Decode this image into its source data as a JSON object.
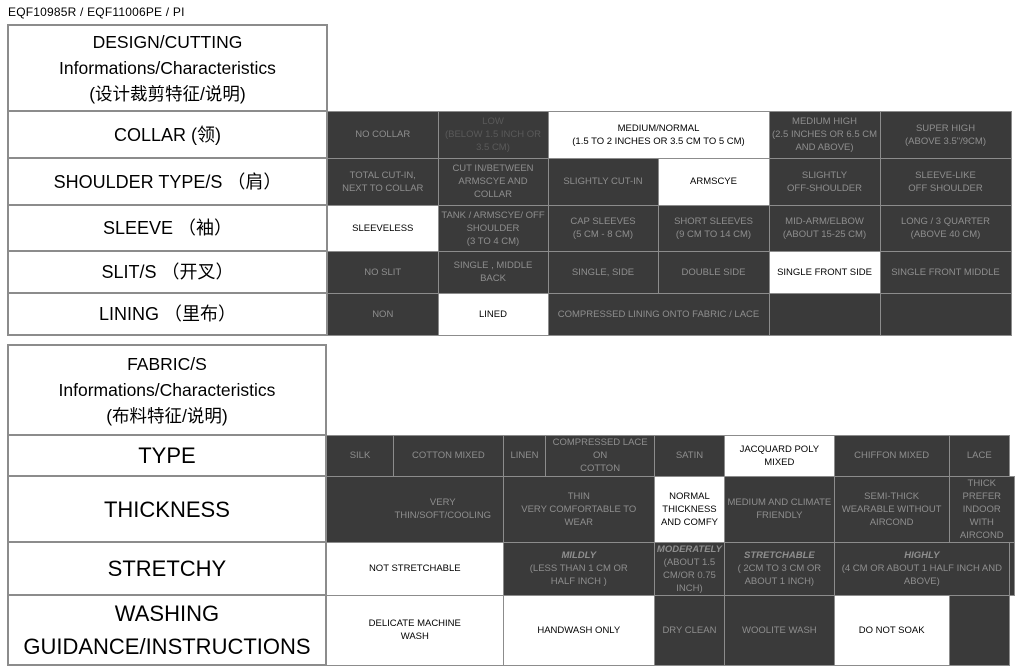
{
  "doc_code": "EQF10985R / EQF11006PE / PI",
  "design": {
    "header": [
      "DESIGN/CUTTING",
      "Informations/Characteristics",
      "(设计裁剪特征/说明)"
    ],
    "rows": [
      {
        "label": "COLLAR (领)",
        "options": [
          {
            "lines": [
              "NO COLLAR"
            ],
            "selected": false
          },
          {
            "lines": [
              "LOW",
              "(BELOW 1.5 INCH OR",
              "3.5 CM)"
            ],
            "selected": false
          },
          {
            "lines": [
              "MEDIUM/NORMAL",
              "(1.5 TO 2 INCHES  OR 3.5 CM TO 5 CM)"
            ],
            "selected": true
          },
          {
            "lines": [
              "MEDIUM HIGH",
              "(2.5 INCHES OR 6.5 CM",
              "AND ABOVE)"
            ],
            "selected": false
          },
          {
            "lines": [
              "SUPER HIGH",
              "(ABOVE 3.5\"/9CM)"
            ],
            "selected": false
          }
        ]
      },
      {
        "label": "SHOULDER TYPE/S （肩）",
        "options": [
          {
            "lines": [
              "TOTAL CUT-IN,",
              "NEXT TO COLLAR"
            ],
            "selected": false
          },
          {
            "lines": [
              "CUT IN/BETWEEN",
              "ARMSCYE AND COLLAR"
            ],
            "selected": false
          },
          {
            "lines": [
              "SLIGHTLY CUT-IN"
            ],
            "selected": false
          },
          {
            "lines": [
              "ARMSCYE"
            ],
            "selected": true
          },
          {
            "lines": [
              "SLIGHTLY",
              "OFF-SHOULDER"
            ],
            "selected": false
          },
          {
            "lines": [
              "SLEEVE-LIKE",
              "OFF SHOULDER"
            ],
            "selected": false
          }
        ]
      },
      {
        "label": "SLEEVE （袖）",
        "options": [
          {
            "lines": [
              "SLEEVELESS"
            ],
            "selected": true
          },
          {
            "lines": [
              "TANK / ARMSCYE/   OFF",
              "SHOULDER",
              "(3 TO 4 CM)"
            ],
            "selected": false
          },
          {
            "lines": [
              "CAP SLEEVES",
              "(5 CM - 8 CM)"
            ],
            "selected": false
          },
          {
            "lines": [
              "SHORT SLEEVES",
              "(9 CM TO 14 CM)"
            ],
            "selected": false
          },
          {
            "lines": [
              "MID-ARM/ELBOW",
              "(ABOUT 15-25 CM)"
            ],
            "selected": false
          },
          {
            "lines": [
              "LONG / 3 QUARTER",
              "(ABOVE 40 CM)"
            ],
            "selected": false
          }
        ]
      },
      {
        "label": "SLIT/S （开叉）",
        "options": [
          {
            "lines": [
              "NO SLIT"
            ],
            "selected": false
          },
          {
            "lines": [
              "SINGLE , MIDDLE BACK"
            ],
            "selected": false
          },
          {
            "lines": [
              "SINGLE,  SIDE"
            ],
            "selected": false
          },
          {
            "lines": [
              "DOUBLE SIDE"
            ],
            "selected": false
          },
          {
            "lines": [
              "SINGLE FRONT SIDE"
            ],
            "selected": true
          },
          {
            "lines": [
              "SINGLE FRONT MIDDLE"
            ],
            "selected": false
          }
        ]
      },
      {
        "label": "LINING （里布）",
        "options": [
          {
            "lines": [
              "NON"
            ],
            "selected": false
          },
          {
            "lines": [
              "LINED"
            ],
            "selected": true
          },
          {
            "lines": [
              "COMPRESSED LINING ONTO FABRIC / LACE"
            ],
            "selected": false
          },
          {
            "lines": [],
            "selected": false
          },
          {
            "lines": [],
            "selected": false
          }
        ]
      }
    ]
  },
  "fabric": {
    "header": [
      "FABRIC/S",
      "Informations/Characteristics",
      "(布料特征/说明)"
    ],
    "rows": [
      {
        "label": "TYPE",
        "options": [
          {
            "lines": [
              "SILK"
            ],
            "selected": false
          },
          {
            "lines": [
              "COTTON MIXED"
            ],
            "selected": false
          },
          {
            "lines": [
              "LINEN"
            ],
            "selected": false
          },
          {
            "lines": [
              "COMPRESSED LACE ON",
              "COTTON"
            ],
            "selected": false
          },
          {
            "lines": [
              "SATIN"
            ],
            "selected": false
          },
          {
            "lines": [
              "JACQUARD POLY MIXED"
            ],
            "selected": true
          },
          {
            "lines": [
              "CHIFFON MIXED"
            ],
            "selected": false
          },
          {
            "lines": [
              "LACE"
            ],
            "selected": false
          }
        ]
      },
      {
        "label": "THICKNESS",
        "options": [
          {
            "lines": [
              "VERY",
              "THIN/SOFT/COOLING"
            ],
            "selected": false
          },
          {
            "lines": [
              "THIN",
              "VERY COMFORTABLE TO",
              "WEAR"
            ],
            "selected": false
          },
          {
            "lines": [
              "NORMAL  THICKNESS",
              "AND COMFY"
            ],
            "selected": true
          },
          {
            "lines": [
              "MEDIUM AND CLIMATE",
              "FRIENDLY"
            ],
            "selected": false
          },
          {
            "lines": [
              "SEMI-THICK",
              "WEARABLE WITHOUT",
              "AIRCOND"
            ],
            "selected": false
          },
          {
            "lines": [
              "THICK",
              "PREFER INDOOR WITH",
              "AIRCOND"
            ],
            "selected": false
          }
        ]
      },
      {
        "label": "STRETCHY",
        "options": [
          {
            "lines": [
              "NOT STRETCHABLE"
            ],
            "selected": true
          },
          {
            "heading": "MILDLY",
            "lines": [
              "(LESS THAN 1 CM OR",
              "HALF INCH )"
            ],
            "selected": false
          },
          {
            "heading": "MODERATELY",
            "lines": [
              "(ABOUT 1.5 CM/OR 0.75",
              "INCH)"
            ],
            "selected": false
          },
          {
            "heading": "STRETCHABLE",
            "lines": [
              "( 2CM TO 3 CM OR",
              "ABOUT 1 INCH)"
            ],
            "selected": false
          },
          {
            "heading": "HIGHLY",
            "lines": [
              "(4 CM OR ABOUT 1 HALF INCH AND",
              "ABOVE)"
            ],
            "selected": false
          },
          {
            "lines": [],
            "selected": false
          }
        ]
      },
      {
        "label": [
          "WASHING",
          "GUIDANCE/INSTRUCTIONS"
        ],
        "options": [
          {
            "lines": [
              "DELICATE MACHINE",
              "WASH"
            ],
            "selected": true
          },
          {
            "lines": [
              "HANDWASH ONLY"
            ],
            "selected": true
          },
          {
            "lines": [
              "DRY CLEAN"
            ],
            "selected": false
          },
          {
            "lines": [
              "WOOLITE WASH"
            ],
            "selected": false
          },
          {
            "lines": [
              "DO NOT SOAK"
            ],
            "selected": true
          },
          {
            "lines": [],
            "selected": false
          }
        ]
      }
    ]
  }
}
